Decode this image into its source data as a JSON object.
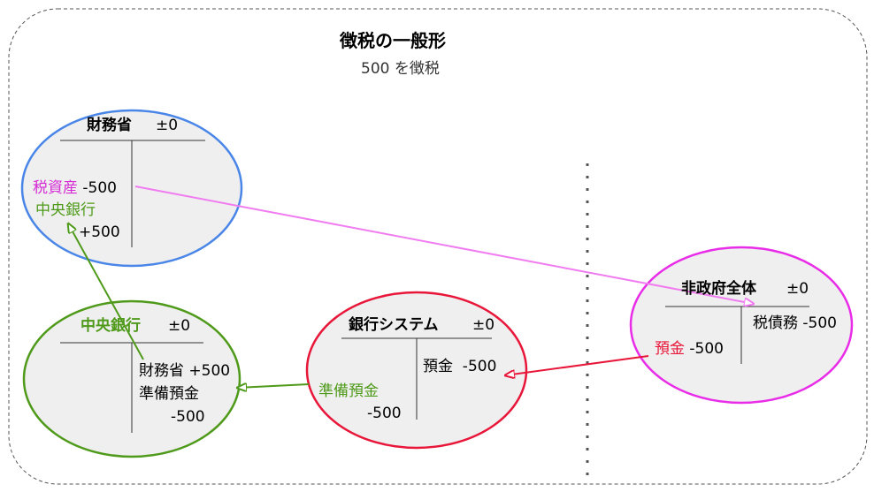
{
  "title": "徴税の一般形",
  "subtitle": "500 を徴税",
  "colors": {
    "ministry": "#4a86e8",
    "central_bank": "#4f9a1a",
    "bank_system": "#e8173a",
    "non_gov": "#e82ce8",
    "pink_arrow": "#f07cf0",
    "red_arrow": "#e8173a",
    "green_arrow": "#4f9a1a",
    "node_fill": "#efefef"
  },
  "nodes": {
    "ministry": {
      "name": "財務省",
      "balance": "±0",
      "left_item1_label": "税資産",
      "left_item1_value": "-500",
      "left_item2_label": "中央銀行",
      "left_item2_value": "+500"
    },
    "central_bank": {
      "name": "中央銀行",
      "balance": "±0",
      "right_item1": "財務省 +500",
      "right_item2_label": "準備預金",
      "right_item2_value": "-500"
    },
    "bank_system": {
      "name": "銀行システム",
      "balance": "±0",
      "right_item1": "預金  -500",
      "left_item1_label": "準備預金",
      "left_item1_value": "-500"
    },
    "non_gov": {
      "name": "非政府全体",
      "balance": "±0",
      "right_item1": "税債務 -500",
      "left_item1_label": "預金",
      "left_item1_value": "-500"
    }
  }
}
